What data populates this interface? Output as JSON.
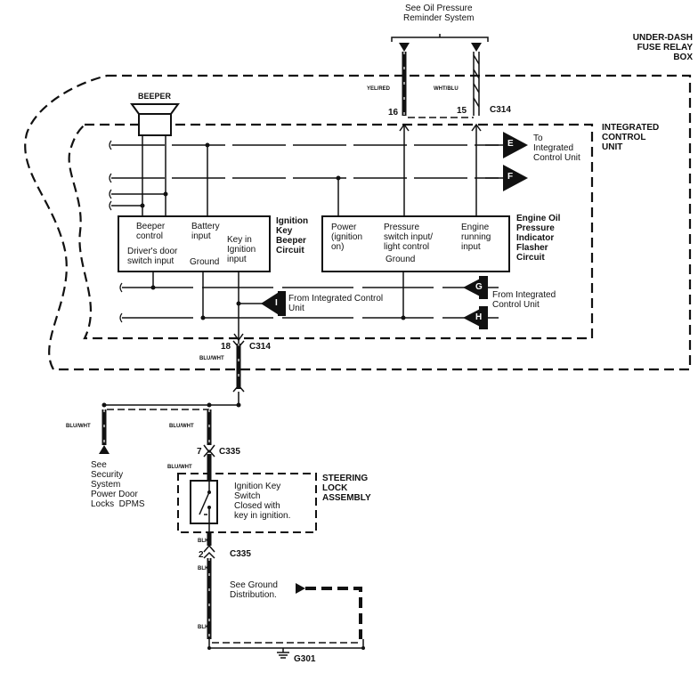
{
  "top_ref": {
    "text": "See Oil Pressure\nReminder System"
  },
  "boxes": {
    "fuse_relay_box": "UNDER-DASH\nFUSE RELAY\nBOX",
    "integrated_control_unit": "INTEGRATED\nCONTROL\nUNIT",
    "steering_lock": "STEERING\nLOCK\nASSEMBLY"
  },
  "components": {
    "beeper": "BEEPER",
    "ignition_key_beeper_circuit": {
      "title": "Ignition\nKey\nBeeper\nCircuit",
      "pins": [
        "Beeper\ncontrol",
        "Battery\ninput",
        "Key in\nIgnition\ninput",
        "Driver's door\nswitch input",
        "Ground"
      ]
    },
    "oil_pressure_flasher_circuit": {
      "title": "Engine Oil\nPressure\nIndicator\nFlasher\nCircuit",
      "pins": [
        "Power\n(ignition\non)",
        "Pressure\nswitch input/\nlight control",
        "Engine\nrunning\ninput",
        "Ground"
      ]
    },
    "ignition_key_switch": "Ignition Key\nSwitch\nClosed with\nkey in ignition."
  },
  "flags": [
    {
      "letter": "E",
      "label": "To\nIntegrated\nControl Unit"
    },
    {
      "letter": "F",
      "label": ""
    },
    {
      "letter": "G",
      "label": "From Integrated\nControl Unit"
    },
    {
      "letter": "H",
      "label": ""
    },
    {
      "letter": "I",
      "label": "From Integrated Control\nUnit"
    }
  ],
  "wires": {
    "yel_red": "YEL/RED",
    "wht_blu": "WHT/BLU",
    "blu_wht": "BLU/WHT",
    "blk": "BLK"
  },
  "connectors": {
    "c314": "C314",
    "c335": "C335",
    "pin16": "16",
    "pin15": "15",
    "pin18": "18",
    "pin7": "7",
    "pin2": "2"
  },
  "refs": {
    "security": "See\nSecurity\nSystem\nPower Door\nLocks  DPMS",
    "ground": "See Ground\nDistribution."
  },
  "ground": {
    "label": "G301"
  }
}
